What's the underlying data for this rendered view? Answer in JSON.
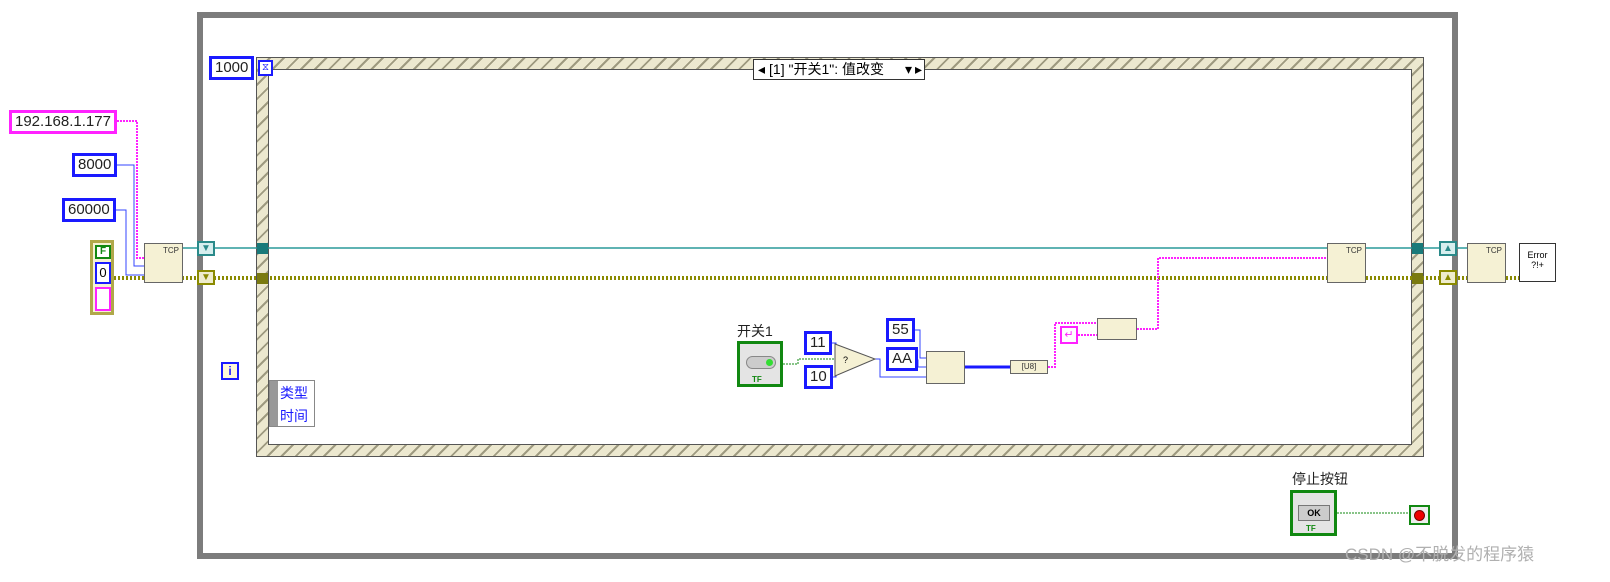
{
  "constants": {
    "ip": "192.168.1.177",
    "port": "8000",
    "timeout": "60000",
    "wait_ms": "1000",
    "v11": "11",
    "v10": "10",
    "v55": "55",
    "vAA": "AA"
  },
  "error_cluster": {
    "status": "F",
    "code": "0"
  },
  "event_case": {
    "selector": "[1] \"开关1\": 值改变"
  },
  "event_data": [
    "类型",
    "时间"
  ],
  "iteration": "i",
  "switch": {
    "label": "开关1",
    "tf": "TF"
  },
  "stop": {
    "label": "停止按钮",
    "button": "OK",
    "tf": "TF"
  },
  "nodes": {
    "tcp": "TCP",
    "error": "Error ?!+",
    "to_string": "[U8]"
  },
  "watermark": "CSDN @不脱发的程序猿",
  "colors": {
    "loop": "#7c7c7c",
    "string": "#ff22ff",
    "numeric": "#1a1aff",
    "boolean": "#118811",
    "refnum": "#2a8a8a",
    "error": "#8a8a00"
  }
}
